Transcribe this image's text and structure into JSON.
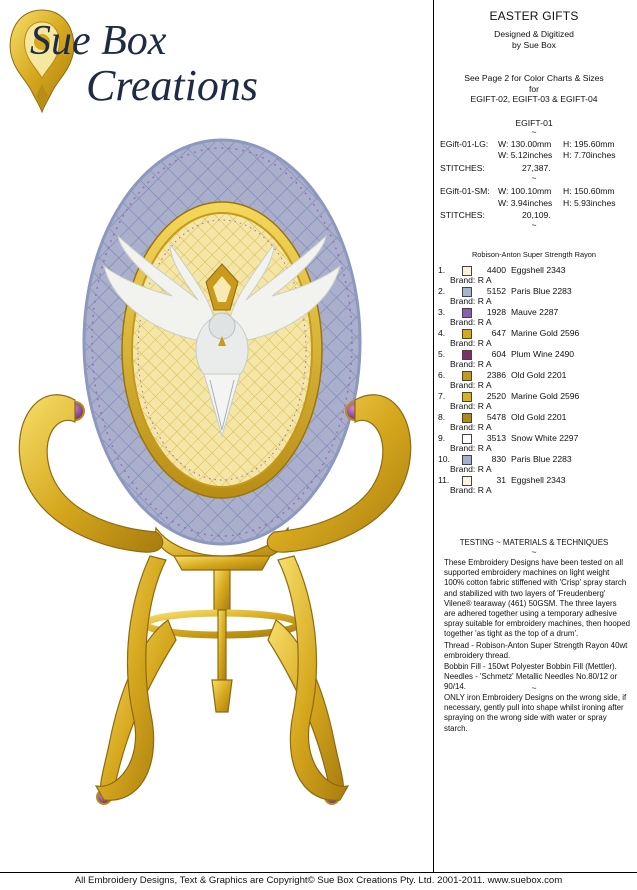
{
  "brand": {
    "line1": "Sue Box",
    "line2": "Creations"
  },
  "header": {
    "title": "EASTER GIFTS",
    "designed_line1": "Designed & Digitized",
    "designed_line2": "by Sue Box",
    "see_line1": "See Page 2 for Color Charts & Sizes",
    "see_line2": "for",
    "see_line3": "EGIFT-02, EGIFT-03 & EGIFT-04"
  },
  "design": {
    "code": "EGIFT-01",
    "tilde": "~",
    "large": {
      "label": "EGift-01-LG:",
      "w_mm": "W: 130.00mm",
      "h_mm": "H: 195.60mm",
      "w_in": "W: 5.12inches",
      "h_in": "H: 7.70inches",
      "stitches_label": "STITCHES:",
      "stitches": "27,387."
    },
    "small": {
      "label": "EGift-01-SM:",
      "w_mm": "W: 100.10mm",
      "h_mm": "H: 150.60mm",
      "w_in": "W: 3.94inches",
      "h_in": "H: 5.93inches",
      "stitches_label": "STITCHES:",
      "stitches": "20,109."
    }
  },
  "thread_heading": "Robison-Anton Super Strength Rayon",
  "colors": [
    {
      "num": "1.",
      "code": "4400",
      "name": "Eggshell 2343",
      "brand": "Brand: R A",
      "swatch": "#fbf3dc"
    },
    {
      "num": "2.",
      "code": "5152",
      "name": "Paris Blue 2283",
      "brand": "Brand: R A",
      "swatch": "#a7b3d0"
    },
    {
      "num": "3.",
      "code": "1928",
      "name": "Mauve 2287",
      "brand": "Brand: R A",
      "swatch": "#8a5fae"
    },
    {
      "num": "4.",
      "code": "647",
      "name": "Marine Gold 2596",
      "brand": "Brand: R A",
      "swatch": "#d4a71c"
    },
    {
      "num": "5.",
      "code": "604",
      "name": "Plum Wine 2490",
      "brand": "Brand: R A",
      "swatch": "#7e2f6e"
    },
    {
      "num": "6.",
      "code": "2386",
      "name": "Old Gold 2201",
      "brand": "Brand: R A",
      "swatch": "#c29a1a"
    },
    {
      "num": "7.",
      "code": "2520",
      "name": "Marine Gold 2596",
      "brand": "Brand: R A",
      "swatch": "#d8b020"
    },
    {
      "num": "8.",
      "code": "5478",
      "name": "Old Gold 2201",
      "brand": "Brand: R A",
      "swatch": "#b08a17"
    },
    {
      "num": "9.",
      "code": "3513",
      "name": "Snow White 2297",
      "brand": "Brand: R A",
      "swatch": "#ffffff"
    },
    {
      "num": "10.",
      "code": "830",
      "name": "Paris Blue 2283",
      "brand": "Brand: R A",
      "swatch": "#a2afcf"
    },
    {
      "num": "11.",
      "code": "31",
      "name": "Eggshell 2343",
      "brand": "Brand: R A",
      "swatch": "#fbf4e0"
    }
  ],
  "testing": {
    "heading": "TESTING ~ MATERIALS & TECHNIQUES",
    "tilde": "~",
    "p1": "These Embroidery Designs have been tested on all supported embroidery machines on light weight 100% cotton fabric stiffened with 'Crisp' spray starch and stabilized with two layers of 'Freudenberg' Vilene® tearaway (461) 50GSM. The three layers are adhered together using a temporary adhesive spray suitable for embroidery machines, then hooped together 'as tight as the top of a drum'.",
    "p2": "Thread - Robison-Anton Super Strength Rayon 40wt embroidery thread.",
    "p3": "Bobbin Fill - 150wt Polyester Bobbin Fill (Mettler).",
    "p4": "Needles - 'Schmetz' Metallic Needles No.80/12 or 90/14.",
    "p5": "ONLY iron Embroidery Designs on the wrong side, if necessary, gently pull into shape whilst ironing after spraying on the wrong side with water or spray starch."
  },
  "footer": "All Embroidery Designs, Text & Graphics are Copyright© Sue Box Creations Pty. Ltd. 2001-2011. www.suebox.com"
}
